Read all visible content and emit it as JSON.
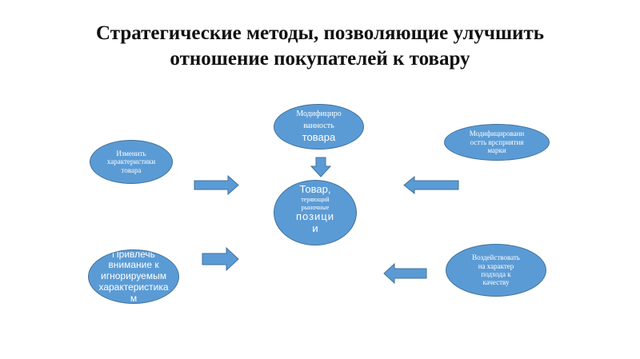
{
  "title": {
    "line1": "Стратегические методы, позволяющие улучшить",
    "line2": "отношение покупателей к товару"
  },
  "nodes": {
    "center": {
      "line1": "Товар,",
      "line2": "теряющий",
      "line3": "рыночные",
      "line4": "позици",
      "line5": "и"
    },
    "top": {
      "line1": "Модифициро",
      "line2": "ванность",
      "line3": "товара"
    },
    "left_top": {
      "line1": "Изменить",
      "line2": "характеристики",
      "line3": "товара"
    },
    "left_bottom": {
      "line1": "Привлечь",
      "line2": "внимание к",
      "line3": "игнорируемым",
      "line4": "характеристика",
      "line5": "м"
    },
    "right_top": {
      "line1": "Модифицированн",
      "line2": "остть врсприятия",
      "line3": "марки"
    },
    "right_bottom": {
      "line1": "Воздействовать",
      "line2": "на характер",
      "line3": "подхода к",
      "line4": "качеству"
    }
  },
  "colors": {
    "fill": "#5b9bd5",
    "stroke": "#41719c"
  }
}
